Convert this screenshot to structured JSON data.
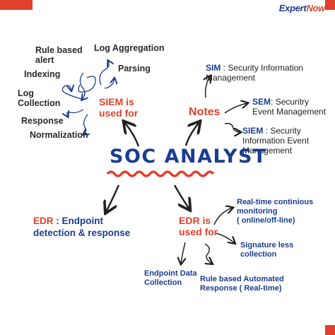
{
  "brand": {
    "prefix": "",
    "name_main": "Expert",
    "name_accent": "Now"
  },
  "center": {
    "title": "SOC ANALYST"
  },
  "siem": {
    "heading_line1": "SIEM is",
    "heading_line2": "used for",
    "items": [
      "Rule based",
      "alert",
      "Log Aggregation",
      "Indexing",
      "Parsing",
      "Log",
      "Collection",
      "Response",
      "Normalization"
    ]
  },
  "notes": {
    "heading": "Notes",
    "sim": {
      "abbr": "SIM",
      "sep": " : ",
      "line1": "Security Information",
      "line2": "Management"
    },
    "sem": {
      "abbr": "SEM",
      "sep": ": ",
      "line1": "Securitry",
      "line2": "Event Management"
    },
    "siem": {
      "abbr": "SIEM",
      "sep": " : ",
      "line1": "Security",
      "line2": "Information Event",
      "line3": "Management"
    }
  },
  "edr_left": {
    "abbr": "EDR",
    "sep": " : ",
    "line1": "Endpoint",
    "line2": "detection & response"
  },
  "edr_right": {
    "heading_line1": "EDR is",
    "heading_line2": "used for",
    "items": {
      "rt_line1": "Real-time continious",
      "rt_line2": "monitoring",
      "rt_line3": "( online/off-line)",
      "sig_line1": "Signature less",
      "sig_line2": "collection",
      "epd_line1": "Endpoint Data",
      "epd_line2": "Collection",
      "rba_line1": "Rule based Automated",
      "rba_line2": "Response ( Real-time)"
    }
  },
  "colors": {
    "red": "#e0412c",
    "blue": "#1a3d8f",
    "dark": "#2a2a2a"
  }
}
